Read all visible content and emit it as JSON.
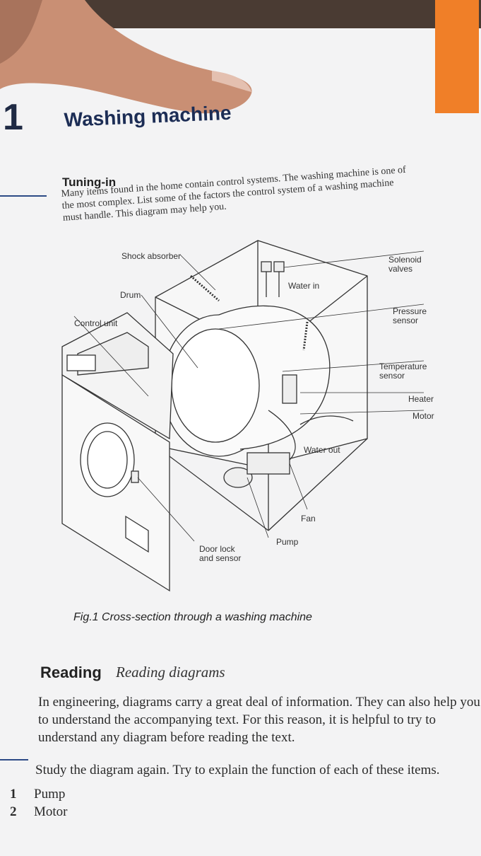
{
  "unit": {
    "number": "1",
    "title": "Washing machine"
  },
  "tuning_in": {
    "heading": "Tuning-in",
    "text": "Many items found in the home contain control systems. The washing machine is one of the most complex. List some of the factors the control system of a washing machine must handle. This diagram may help you."
  },
  "diagram": {
    "labels": {
      "shock_absorber": "Shock absorber",
      "drum": "Drum",
      "control_unit": "Control unit",
      "solenoid_valves": "Solenoid\nvalves",
      "water_in": "Water in",
      "pressure_sensor": "Pressure\nsensor",
      "temperature_sensor": "Temperature\nsensor",
      "heater": "Heater",
      "motor": "Motor",
      "water_out": "Water out",
      "fan": "Fan",
      "pump": "Pump",
      "door_lock": "Door lock\nand sensor"
    },
    "caption": "Fig.1 Cross-section through a washing machine"
  },
  "reading": {
    "heading": "Reading",
    "subheading": "Reading diagrams",
    "text": "In engineering, diagrams carry a great deal of information. They can also help you to understand the accompanying text. For this reason, it is helpful to try to understand any diagram before reading the text.",
    "task": "Study the diagram again. Try to explain the function of each of these items.",
    "items": [
      {
        "num": "1",
        "label": "Pump"
      },
      {
        "num": "2",
        "label": "Motor"
      }
    ]
  },
  "colors": {
    "accent_tab": "#f07f28",
    "title_blue": "#1c2d55"
  }
}
